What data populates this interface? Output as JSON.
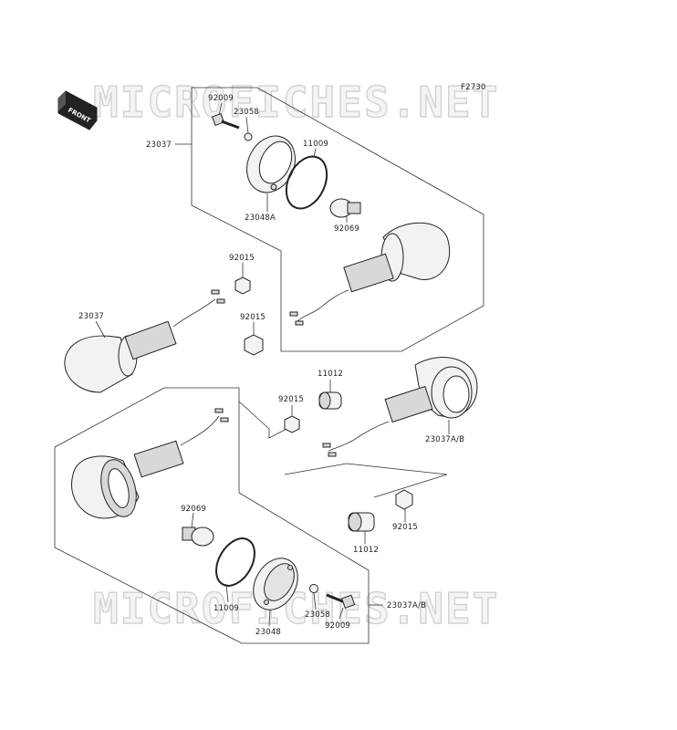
{
  "figure_code": "F2730",
  "watermark": "MICROFICHES.NET",
  "front_label": "FRONT",
  "labels": {
    "p92009_top": "92009",
    "p23058_top": "23058",
    "p23037_top": "23037",
    "p11009_top": "11009",
    "p23048A": "23048A",
    "p92069_top": "92069",
    "p92015_a": "92015",
    "p92015_b": "92015",
    "p23037_left": "23037",
    "p11012_top": "11012",
    "p92015_c": "92015",
    "p23037AB_right": "23037A/B",
    "p92069_bottom": "92069",
    "p92015_d": "92015",
    "p11012_bottom": "11012",
    "p11009_bottom": "11009",
    "p23048": "23048",
    "p23058_bottom": "23058",
    "p92009_bottom": "92009",
    "p23037AB_bottom": "23037A/B"
  }
}
